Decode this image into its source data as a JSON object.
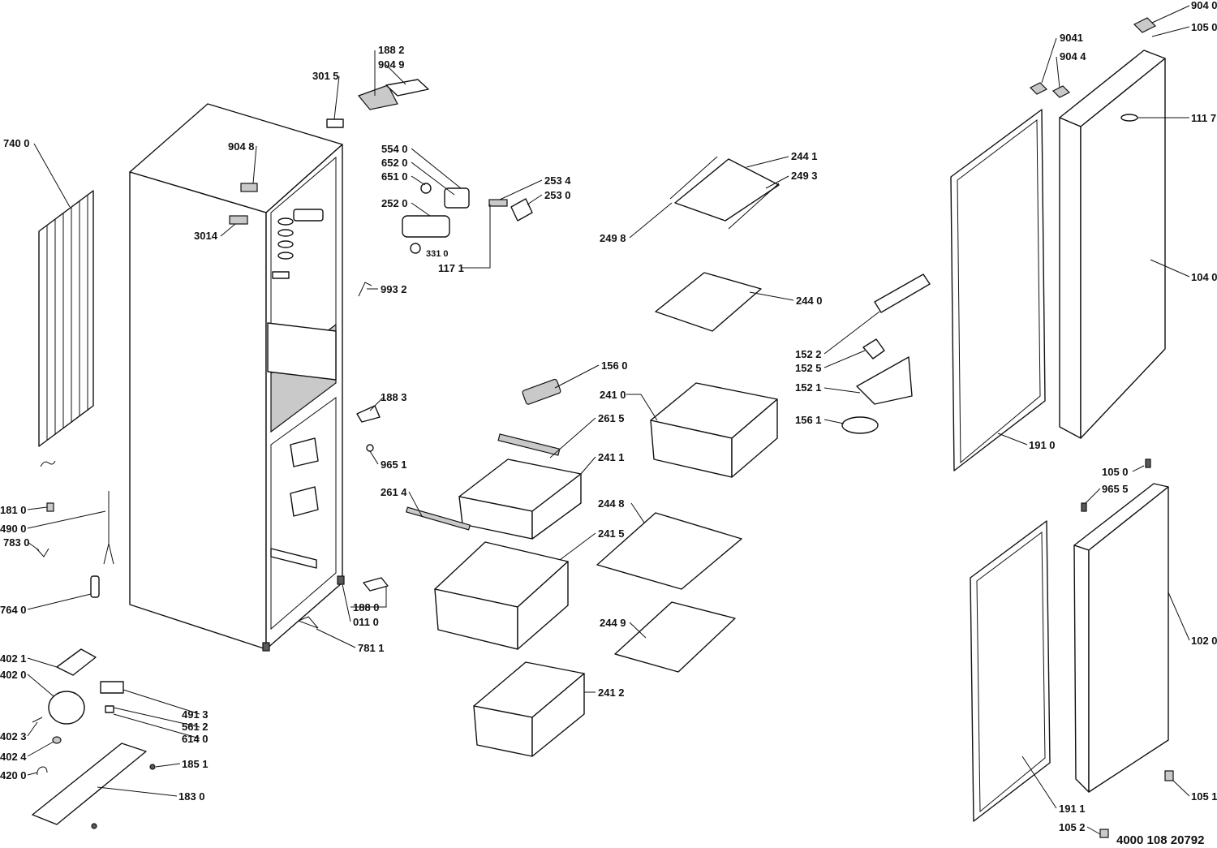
{
  "document_code": "4000 108 20792",
  "labels": {
    "l_9040": "904 0",
    "l_1050a": "105 0",
    "l_9041": "9041",
    "l_9044": "904 4",
    "l_1117": "111 7",
    "l_1040": "104 0",
    "l_1882": "188 2",
    "l_9049": "904 9",
    "l_3015": "301 5",
    "l_7400": "740 0",
    "l_9048": "904 8",
    "l_3014": "3014",
    "l_5540": "554 0",
    "l_6520": "652 0",
    "l_6510": "651 0",
    "l_2534": "253 4",
    "l_2530": "253 0",
    "l_2520": "252 0",
    "l_3310": "331 0",
    "l_1171": "117 1",
    "l_9932": "993 2",
    "l_2441": "244 1",
    "l_2493": "249 3",
    "l_2498": "249 8",
    "l_2440": "244 0",
    "l_1522": "152 2",
    "l_1525": "152 5",
    "l_1521": "152 1",
    "l_1561": "156 1",
    "l_1560": "156 0",
    "l_2410": "241 0",
    "l_2615": "261 5",
    "l_2411": "241 1",
    "l_2614": "261 4",
    "l_1883": "188 3",
    "l_9651": "965 1",
    "l_1910": "191 0",
    "l_1050b": "105 0",
    "l_9655": "965 5",
    "l_2448": "244 8",
    "l_2415": "241 5",
    "l_2449": "244 9",
    "l_2412": "241 2",
    "l_1810": "181 0",
    "l_4900": "490 0",
    "l_7830": "783 0",
    "l_7640": "764 0",
    "l_1880": "188 0",
    "l_0110": "011 0",
    "l_7811": "781 1",
    "l_4021": "402 1",
    "l_4020": "402 0",
    "l_4913": "491 3",
    "l_5612": "561 2",
    "l_6140": "614 0",
    "l_4023": "402 3",
    "l_4024": "402 4",
    "l_1851": "185 1",
    "l_4200": "420 0",
    "l_1830": "183 0",
    "l_1020": "102 0",
    "l_1051": "105 1",
    "l_1911": "191 1",
    "l_1052": "105 2"
  }
}
